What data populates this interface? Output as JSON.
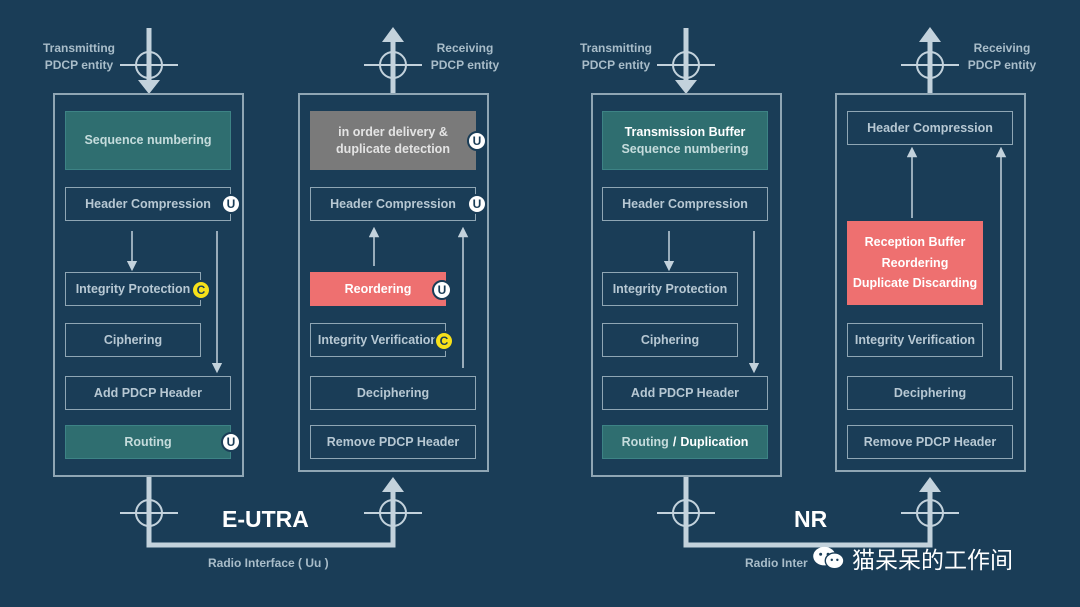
{
  "labels": {
    "tx_entity_1": "Transmitting\nPDCP entity",
    "rx_entity_1": "Receiving\nPDCP entity",
    "tx_entity_2": "Transmitting\nPDCP entity",
    "rx_entity_2": "Receiving\nPDCP entity",
    "eutra": "E-UTRA",
    "nr": "NR",
    "radio_interface": "Radio Interface ( Uu )",
    "radio_interface_nr": "Radio Inter",
    "watermark": "猫呆呆的工作间"
  },
  "eutra_tx": {
    "seq_num": "Sequence numbering",
    "header_comp": "Header Compression",
    "integrity": "Integrity Protection",
    "ciphering": "Ciphering",
    "add_header": "Add PDCP Header",
    "routing": "Routing"
  },
  "eutra_rx": {
    "in_order_1": "in order delivery &",
    "in_order_2": "duplicate detection",
    "header_comp": "Header Compression",
    "reordering": "Reordering",
    "integrity": "Integrity Verification",
    "deciphering": "Deciphering",
    "remove_header": "Remove PDCP Header"
  },
  "nr_tx": {
    "tx_buffer": "Transmission Buffer",
    "seq_num": "Sequence numbering",
    "header_comp": "Header Compression",
    "integrity": "Integrity Protection",
    "ciphering": "Ciphering",
    "add_header": "Add PDCP Header",
    "routing": "Routing",
    "routing_sep": "/",
    "duplication": "Duplication"
  },
  "nr_rx": {
    "header_comp": "Header Compression",
    "rb_1": "Reception Buffer",
    "rb_2": "Reordering",
    "rb_3": "Duplicate Discarding",
    "integrity": "Integrity Verification",
    "deciphering": "Deciphering",
    "remove_header": "Remove PDCP Header"
  },
  "badges": {
    "u": "U",
    "c": "C"
  },
  "colors": {
    "background": "#1a3d57",
    "teal": "#2f6e70",
    "reorder_pink": "#ee7070",
    "gray": "#7a7a7a",
    "c_badge": "#f7e11a",
    "line": "#8fa6b4"
  }
}
